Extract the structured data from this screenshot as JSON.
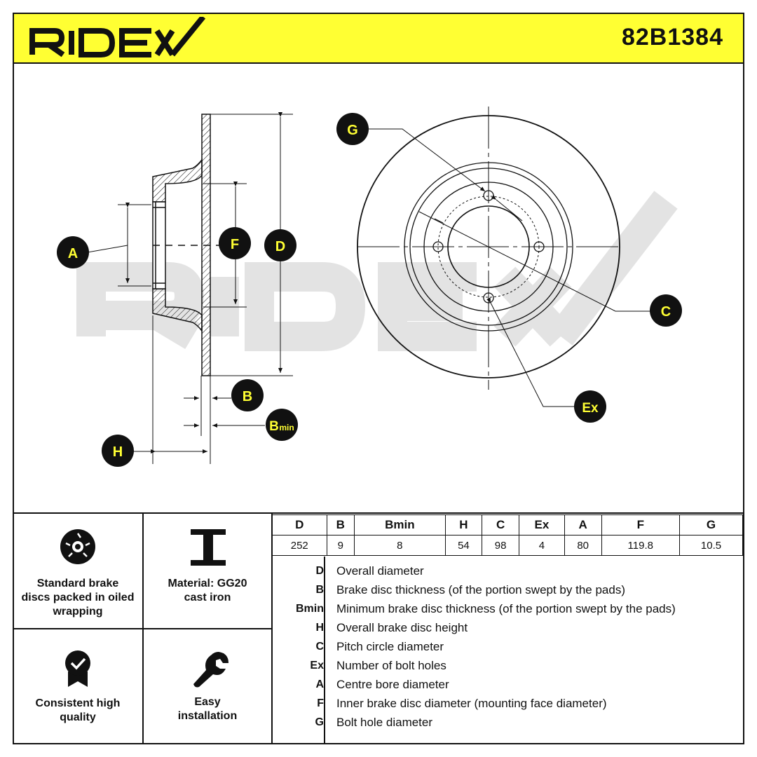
{
  "header": {
    "brand": "RIDEX",
    "part_number": "82B1384"
  },
  "drawing": {
    "callouts": {
      "A": "A",
      "F": "F",
      "D": "D",
      "B": "B",
      "Bmin_main": "B",
      "Bmin_sub": "min",
      "H": "H",
      "G": "G",
      "C": "C",
      "Ex": "Ex"
    }
  },
  "features": [
    {
      "label_l1": "Standard brake",
      "label_l2": "discs packed in oiled",
      "label_l3": "wrapping",
      "icon": "disc-icon"
    },
    {
      "label_l1": "Material: GG20",
      "label_l2": "cast iron",
      "icon": "i-beam-icon"
    },
    {
      "label_l1": "Consistent high",
      "label_l2": "quality",
      "icon": "quality-badge-icon"
    },
    {
      "label_l1": "Easy",
      "label_l2": "installation",
      "icon": "wrench-icon"
    }
  ],
  "specs": {
    "headers": [
      "D",
      "B",
      "Bmin",
      "H",
      "C",
      "Ex",
      "A",
      "F",
      "G"
    ],
    "values": [
      "252",
      "9",
      "8",
      "54",
      "98",
      "4",
      "80",
      "119.8",
      "10.5"
    ]
  },
  "legend": [
    {
      "key": "D",
      "desc": "Overall diameter"
    },
    {
      "key": "B",
      "desc": "Brake disc thickness (of the portion swept by the pads)"
    },
    {
      "key": "Bmin",
      "desc": "Minimum brake disc thickness (of the portion swept by the pads)"
    },
    {
      "key": "H",
      "desc": "Overall brake disc height"
    },
    {
      "key": "C",
      "desc": "Pitch circle diameter"
    },
    {
      "key": "Ex",
      "desc": "Number of bolt holes"
    },
    {
      "key": "A",
      "desc": "Centre bore diameter"
    },
    {
      "key": "F",
      "desc": "Inner brake disc diameter (mounting face diameter)"
    },
    {
      "key": "G",
      "desc": "Bolt hole diameter"
    }
  ],
  "colors": {
    "header_bg": "#ffff33",
    "callout_bg": "#111111",
    "callout_text": "#ffff33",
    "watermark": "#e3e3e3"
  }
}
